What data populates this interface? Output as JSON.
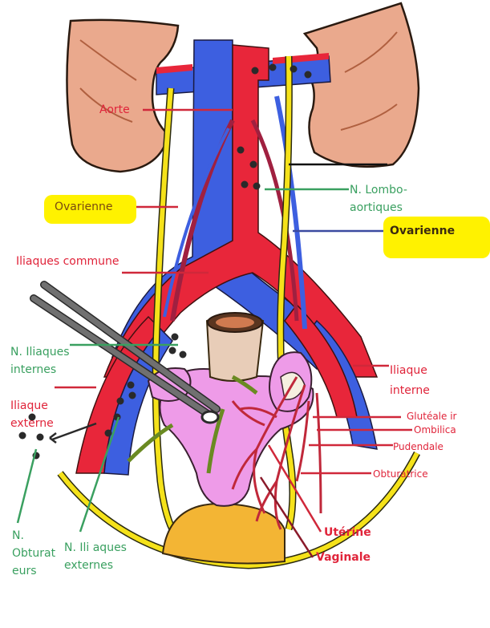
{
  "diagram": {
    "title_visible": false,
    "colors": {
      "artery": "#e8263a",
      "vein": "#3d5fe0",
      "nerve_ureter": "#f5e21a",
      "kidney": "#eaa98d",
      "uterus": "#ee9be8",
      "bladder": "#f3b534",
      "lymph_node": "#2a2a2a",
      "label_red": "#e0243a",
      "label_green": "#3aa060",
      "highlight": "#fff200",
      "instrument": "#6b6b6b",
      "ligament": "#6a8a22"
    },
    "labels": {
      "aorte": "Aorte",
      "ovarienne_left": "Ovarienne",
      "iliaques_commune": "Iliaques commune",
      "n_iliaques_internes": "N. Iliaques\ninternes",
      "iliaque_externe": "Iliaque\nexterne",
      "n_obturateurs": "N.\nObturat\neurs",
      "n_iliaques_externes": "N. Ili aques\nexternes",
      "n_lombo_aortiques": "N. Lombo-\naortiques",
      "ovarienne_right": "Ovarienne",
      "iliaque_interne": "Iliaque\ninterne",
      "glutéale": "Glutéale ir",
      "ombilicale": "Ombilica",
      "pudendale": "Pudendale",
      "obturatrice": "Obturatrice",
      "uterine": "Utérine",
      "vaginale": "Vaginale"
    },
    "structures": [
      "kidney-left",
      "kidney-right",
      "inferior-vena-cava",
      "aorta",
      "renal-veins",
      "ureters",
      "common-iliac-arteries",
      "common-iliac-veins",
      "uterus",
      "cervix",
      "ovaries",
      "bladder",
      "forceps",
      "lymph-nodes",
      "pelvic-rim"
    ]
  }
}
